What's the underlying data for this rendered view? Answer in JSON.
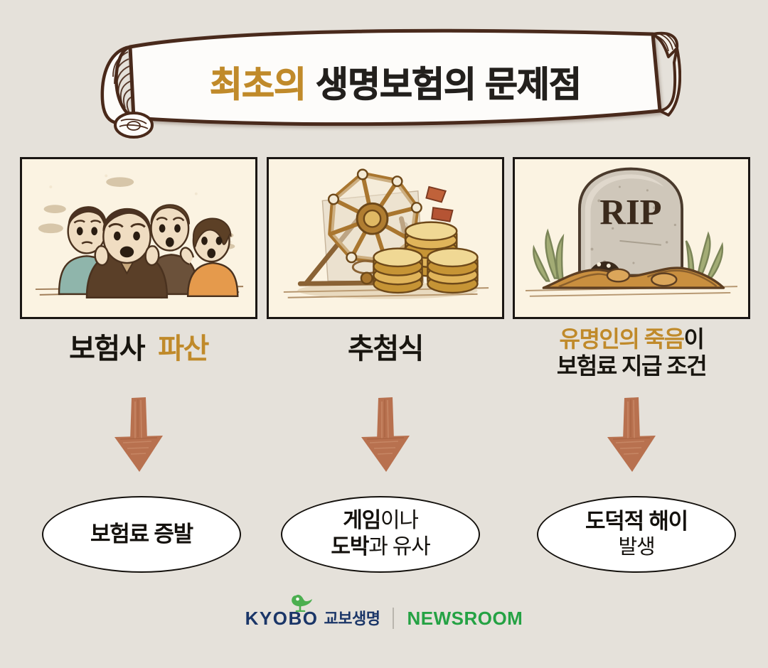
{
  "page": {
    "background_color": "#e5e1da",
    "accent_gold": "#c08a2a",
    "accent_terracotta": "#b8714f",
    "ink": "#18150f"
  },
  "title": {
    "highlight": "최초의",
    "rest": "생명보험의 문제점",
    "full": "최초의 생명보험의 문제점"
  },
  "columns": [
    {
      "image_name": "worried-people-illustration",
      "image_alt": "걱정하는 사람들",
      "caption_plain": "보험사",
      "caption_highlight": "파산",
      "caption_full": "보험사 파산",
      "arrow_name": "down-arrow-icon",
      "outcome_lines": [
        {
          "bold": "보험료 증발",
          "normal": ""
        }
      ]
    },
    {
      "image_name": "fortune-wheel-coins-illustration",
      "image_alt": "추첨 휠과 금화",
      "caption_plain": "추첨식",
      "caption_highlight": "",
      "caption_full": "추첨식",
      "arrow_name": "down-arrow-icon",
      "outcome_lines": [
        {
          "bold": "게임",
          "normal": "이나"
        },
        {
          "bold": "도박",
          "normal": "과 유사"
        }
      ]
    },
    {
      "image_name": "gravestone-rip-illustration",
      "image_alt": "RIP 묘비",
      "image_text": "RIP",
      "caption_highlight": "유명인의 죽음",
      "caption_plain": "이",
      "caption_line2": "보험료 지급 조건",
      "caption_full": "유명인의 죽음이 보험료 지급 조건",
      "arrow_name": "down-arrow-icon",
      "outcome_lines": [
        {
          "bold": "도덕적 해이",
          "normal": ""
        },
        {
          "bold": "",
          "normal": "발생"
        }
      ]
    }
  ],
  "footer": {
    "logo_icon": "kyobo-bird-icon",
    "brand_en": "KYOBO",
    "brand_kr": "교보생명",
    "divider": "|",
    "section": "NEWSROOM",
    "brand_color": "#1b3668",
    "section_color": "#25a244",
    "bird_color": "#4caf50"
  }
}
